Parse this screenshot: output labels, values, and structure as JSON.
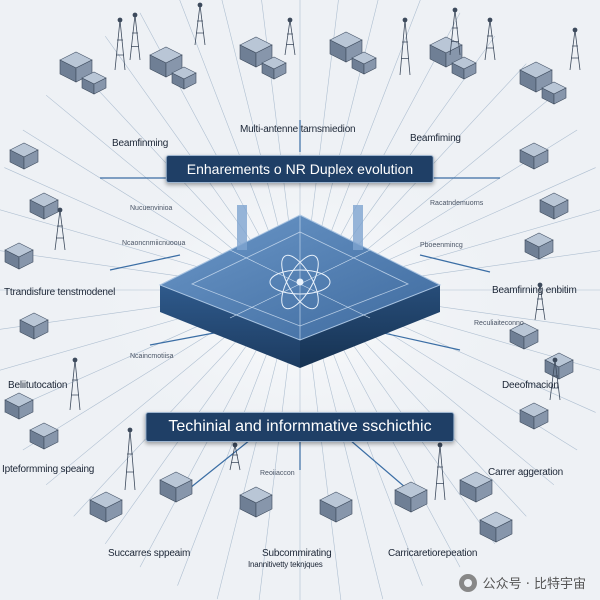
{
  "diagram": {
    "title": "Enharements o NR Duplex evolution",
    "subtitle": "Techinial and informmative sschicthic",
    "labels": {
      "top_left": "Beamfinming",
      "top_center": "Multi-antenne tarnsmiedion",
      "top_right": "Beamfiming",
      "mid_left": "Ttrandisfure tenstmodenel",
      "mid_right": "Beamfirning enbitim",
      "left_lower": "Beliitutocation",
      "right_lower": "Deeofmacion",
      "bottom_left": "Ipteformming speaing",
      "bottom_right": "Carrer aggeration",
      "bottom_1": "Succarres sppeaim",
      "bottom_2": "Subcommirating",
      "bottom_2b": "Inannitivetty teknjques",
      "bottom_3": "Carricaretiorepeation"
    },
    "small_text": {
      "s1": "Nucuenvinioa",
      "s2": "Ncaoncnmiicnuooua",
      "s3": "Racatndemuorns",
      "s4": "Pboeenmincg",
      "s5": "Ncaincmotiisa",
      "s6": "Reculiaiteconno",
      "s7": "Reoiiaccon"
    }
  },
  "watermark": {
    "text": "公众号 · 比特宇宙"
  },
  "colors": {
    "banner": "#1f3f66",
    "platform_top": "#4f7fb3",
    "platform_side": "#2d5585",
    "line": "#3b6ea5",
    "equipment": "#5c6b80"
  }
}
